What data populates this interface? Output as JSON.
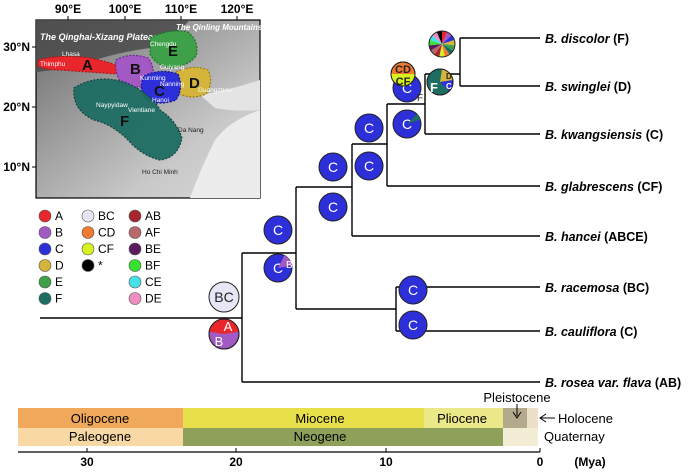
{
  "map": {
    "lon_labels": [
      "90°E",
      "100°E",
      "110°E",
      "120°E"
    ],
    "lat_labels": [
      "30°N",
      "20°N",
      "10°N"
    ],
    "plateau_label": "The Qinghai-Xizang Plateau",
    "qinling_label": "The Qinling Mountains",
    "cities": [
      "Lhasa",
      "Thimphu",
      "Chengdu",
      "Guiyang",
      "Kunming",
      "Nanning",
      "Guangzhou",
      "Hanoi",
      "Naypyidaw",
      "Vientiane",
      "Da Nang",
      "Ho Chi Minh"
    ],
    "regions": [
      {
        "code": "A",
        "color": "#e8262b"
      },
      {
        "code": "B",
        "color": "#a259c4"
      },
      {
        "code": "C",
        "color": "#2d2fd8"
      },
      {
        "code": "D",
        "color": "#d4b43a"
      },
      {
        "code": "E",
        "color": "#3ea14a"
      },
      {
        "code": "F",
        "color": "#1e6d63"
      }
    ]
  },
  "legend": {
    "col1": [
      {
        "label": "A",
        "color": "#e8262b"
      },
      {
        "label": "B",
        "color": "#a259c4"
      },
      {
        "label": "C",
        "color": "#2d2fd8"
      },
      {
        "label": "D",
        "color": "#d4b43a"
      },
      {
        "label": "E",
        "color": "#3ea14a"
      },
      {
        "label": "F",
        "color": "#1e6d63"
      }
    ],
    "col2": [
      {
        "label": "BC",
        "color": "#e6e6f6"
      },
      {
        "label": "CD",
        "color": "#f07a30"
      },
      {
        "label": "CF",
        "color": "#d6f020"
      },
      {
        "label": "*",
        "color": "#000000"
      }
    ],
    "col3": [
      {
        "label": "AB",
        "color": "#a6262c"
      },
      {
        "label": "AF",
        "color": "#b8676a"
      },
      {
        "label": "BE",
        "color": "#5a1a5e"
      },
      {
        "label": "BF",
        "color": "#38e030"
      },
      {
        "label": "CE",
        "color": "#46e0e8"
      },
      {
        "label": "DE",
        "color": "#f08ec4"
      }
    ]
  },
  "tree": {
    "tips": [
      {
        "name": "B. discolor",
        "area": "(F)"
      },
      {
        "name": "B. swinglei",
        "area": "(D)"
      },
      {
        "name": "B. kwangsiensis",
        "area": "(C)"
      },
      {
        "name": "B. glabrescens",
        "area": "(CF)"
      },
      {
        "name": "B. hancei",
        "area": "(ABCE)"
      },
      {
        "name": "B. racemosa",
        "area": "(BC)"
      },
      {
        "name": "B. cauliflora",
        "area": "(C)"
      },
      {
        "name": "B. rosea var. flava",
        "area": "(AB)"
      }
    ],
    "node_labels": [
      "BC",
      "A",
      "B",
      "C",
      "C",
      "C",
      "C",
      "C",
      "C",
      "C",
      "B",
      "C",
      "C",
      "C",
      "F",
      "CD",
      "CF",
      "F",
      "D",
      "C"
    ],
    "colors": {
      "C": "#2d2fd8",
      "BC": "#e6e6f6",
      "A": "#e8262b",
      "B": "#a259c4",
      "F": "#1e6d63",
      "D": "#d4b43a",
      "CD": "#f07a30",
      "CF": "#d6f020"
    }
  },
  "timescale": {
    "epochs": [
      "Oligocene",
      "Miocene",
      "Pliocene"
    ],
    "pleistocene": "Pleistocene",
    "holocene": "Holocene",
    "periods": [
      "Paleogene",
      "Neogene",
      "Quaternay"
    ],
    "ticks": [
      "30",
      "20",
      "10",
      "0"
    ],
    "unit": "(Mya)"
  }
}
